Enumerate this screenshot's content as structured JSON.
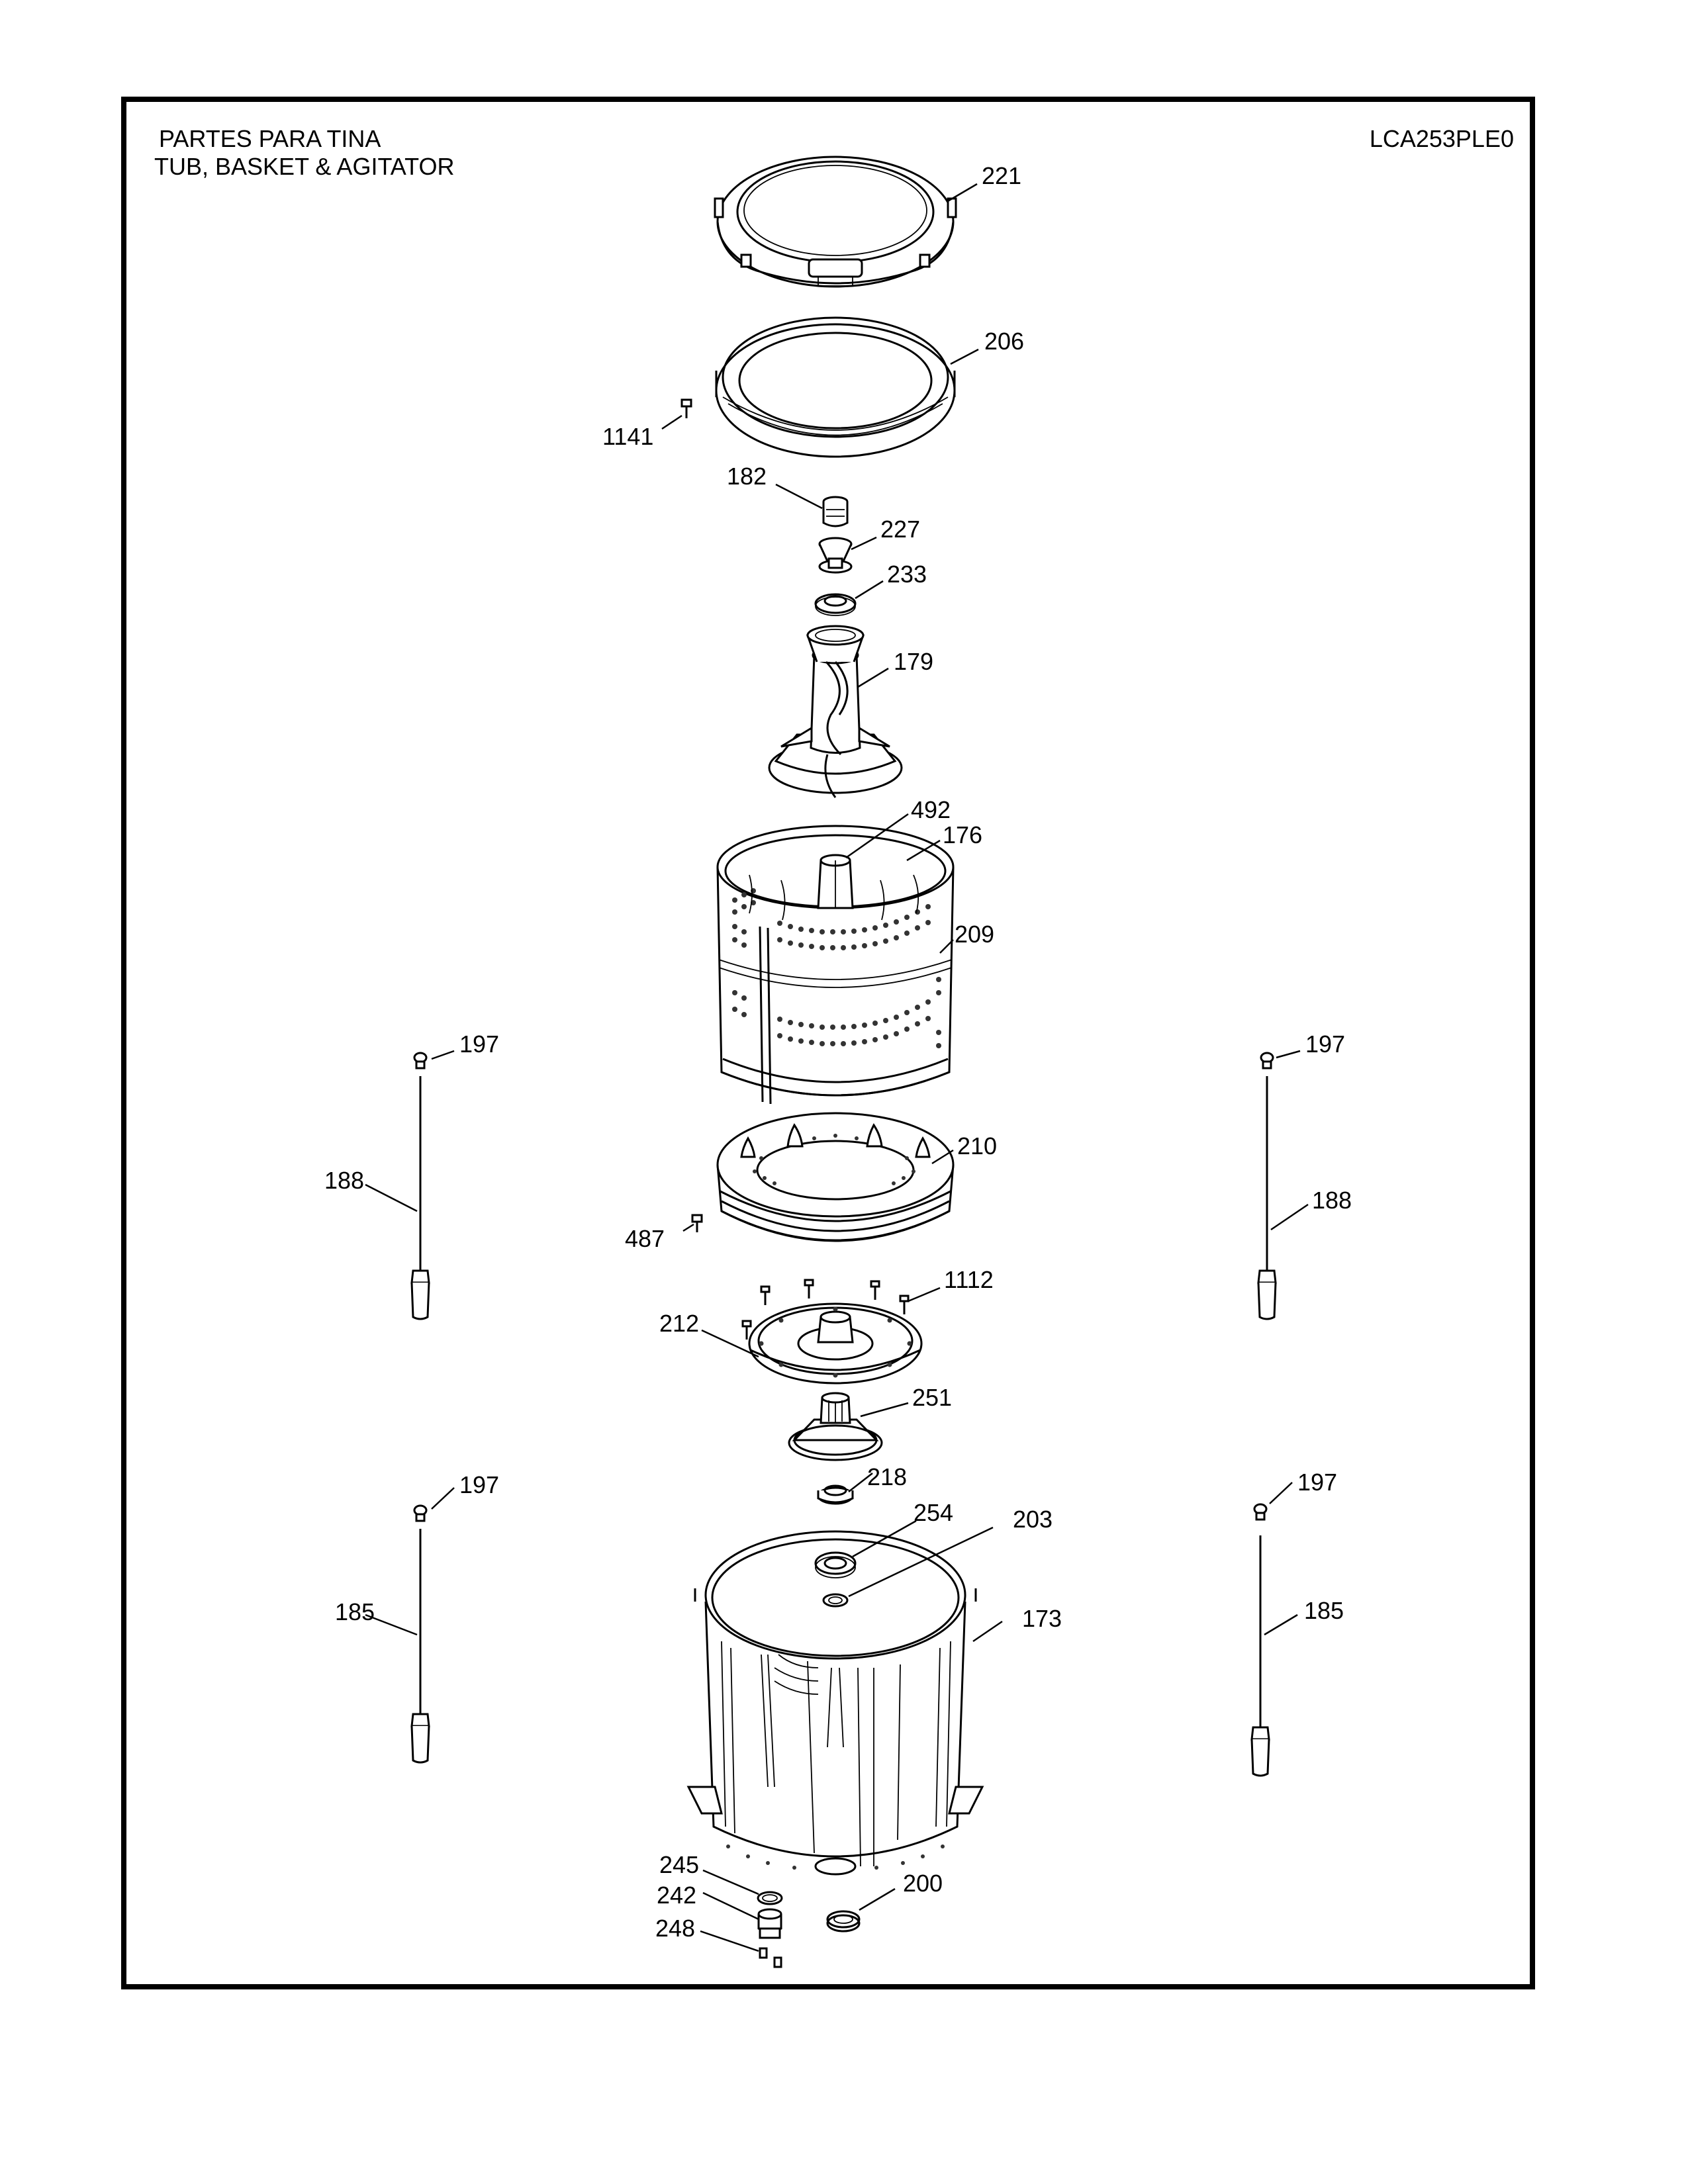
{
  "header": {
    "title_es": "PARTES PARA TINA",
    "title_en": "TUB, BASKET & AGITATOR",
    "model": "LCA253PLE0"
  },
  "parts": [
    {
      "id": "outer-tub-cover",
      "label": "221"
    },
    {
      "id": "tub-ring",
      "label": "206"
    },
    {
      "id": "screw-1141",
      "label": "1141"
    },
    {
      "id": "agitator-cap",
      "label": "182"
    },
    {
      "id": "agitator-bolt",
      "label": "227"
    },
    {
      "id": "washer-233",
      "label": "233"
    },
    {
      "id": "agitator",
      "label": "179"
    },
    {
      "id": "part-492",
      "label": "492"
    },
    {
      "id": "part-176",
      "label": "176"
    },
    {
      "id": "wash-basket",
      "label": "209"
    },
    {
      "id": "basket-bottom",
      "label": "210"
    },
    {
      "id": "screw-487",
      "label": "487"
    },
    {
      "id": "screws-1112",
      "label": "1112"
    },
    {
      "id": "hub-plate",
      "label": "212"
    },
    {
      "id": "pulsator-hub",
      "label": "251"
    },
    {
      "id": "nut-218",
      "label": "218"
    },
    {
      "id": "seal-254",
      "label": "254"
    },
    {
      "id": "ring-203",
      "label": "203"
    },
    {
      "id": "outer-tub",
      "label": "173"
    },
    {
      "id": "gasket-245",
      "label": "245"
    },
    {
      "id": "hose-fitting-242",
      "label": "242"
    },
    {
      "id": "clips-248",
      "label": "248"
    },
    {
      "id": "drain-seal-200",
      "label": "200"
    },
    {
      "id": "cap-197-top-left",
      "label": "197"
    },
    {
      "id": "cap-197-top-right",
      "label": "197"
    },
    {
      "id": "cap-197-bottom-left",
      "label": "197"
    },
    {
      "id": "cap-197-bottom-right",
      "label": "197"
    },
    {
      "id": "rod-188-left",
      "label": "188"
    },
    {
      "id": "rod-188-right",
      "label": "188"
    },
    {
      "id": "rod-185-left",
      "label": "185"
    },
    {
      "id": "rod-185-right",
      "label": "185"
    }
  ]
}
